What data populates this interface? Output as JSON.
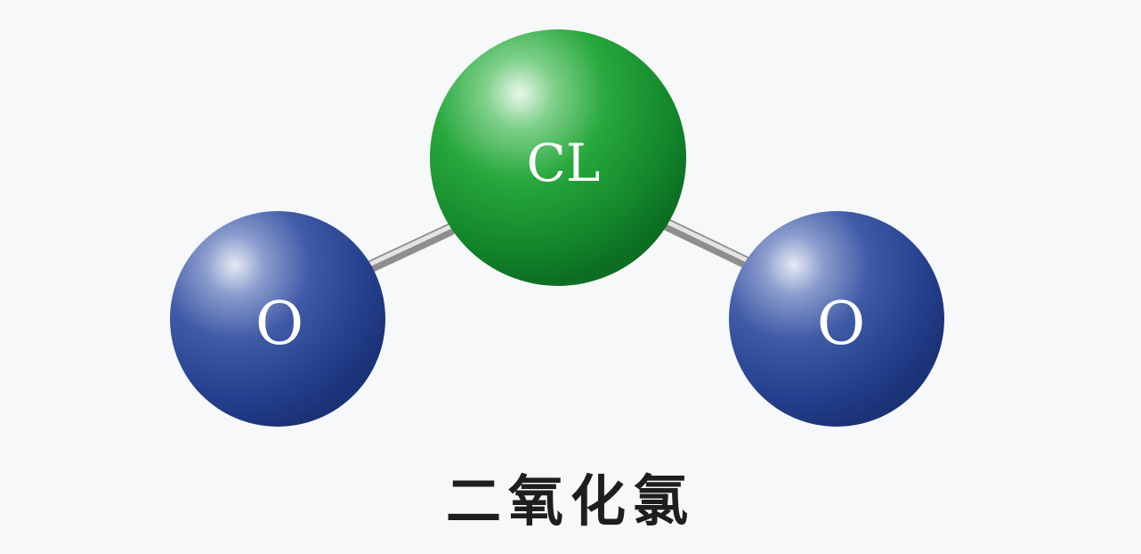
{
  "diagram": {
    "title": "二氧化氯",
    "atoms": [
      {
        "id": "cl",
        "label": "CL",
        "color": "#1f9e3a"
      },
      {
        "id": "o-left",
        "label": "O",
        "color": "#2c4b9a"
      },
      {
        "id": "o-right",
        "label": "O",
        "color": "#2c4b9a"
      }
    ],
    "bonds": [
      {
        "from": "cl",
        "to": "o-left",
        "color": "#b8b8b8"
      },
      {
        "from": "cl",
        "to": "o-right",
        "color": "#b8b8b8"
      }
    ]
  }
}
